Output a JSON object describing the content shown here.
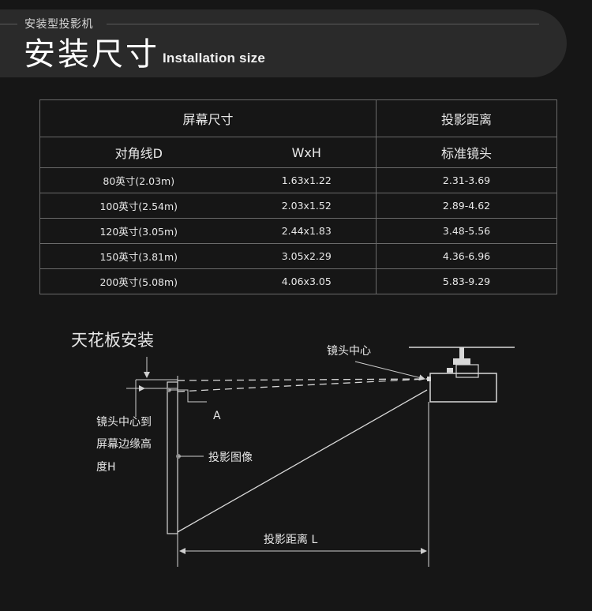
{
  "header": {
    "small_title": "安装型投影机",
    "main_title": "安装尺寸",
    "english_title": "Installation size"
  },
  "table": {
    "group_headers": [
      "屏幕尺寸",
      "投影距离"
    ],
    "sub_headers": [
      "对角线D",
      "WxH",
      "标准镜头"
    ],
    "rows": [
      {
        "diagonal": "80英寸(2.03m)",
        "wxh": "1.63x1.22",
        "distance": "2.31-3.69"
      },
      {
        "diagonal": "100英寸(2.54m)",
        "wxh": "2.03x1.52",
        "distance": "2.89-4.62"
      },
      {
        "diagonal": "120英寸(3.05m)",
        "wxh": "2.44x1.83",
        "distance": "3.48-5.56"
      },
      {
        "diagonal": "150英寸(3.81m)",
        "wxh": "3.05x2.29",
        "distance": "4.36-6.96"
      },
      {
        "diagonal": "200英寸(5.08m)",
        "wxh": "4.06x3.05",
        "distance": "5.83-9.29"
      }
    ]
  },
  "diagram": {
    "title": "天花板安装",
    "lens_center": "镜头中心",
    "lens_to_edge_line1": "镜头中心到",
    "lens_to_edge_line2": "屏幕边缘高",
    "lens_to_edge_line3": "度H",
    "label_a": "A",
    "projected_image": "投影图像",
    "projection_distance": "投影距离 L"
  }
}
